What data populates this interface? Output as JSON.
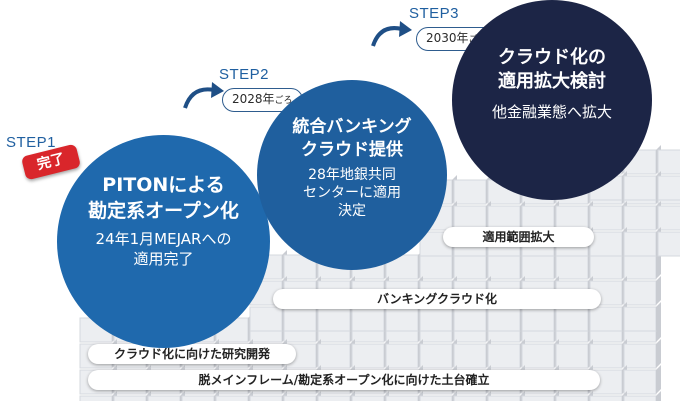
{
  "steps": [
    {
      "step_label": "STEP1",
      "badge": "完了",
      "title_lines": [
        "PITONによる",
        "勘定系オープン化"
      ],
      "desc_lines": [
        "24年1月MEJARへの",
        "適用完了"
      ],
      "circle_color": "#1f69ad"
    },
    {
      "step_label": "STEP2",
      "year": "2028年",
      "year_suffix": "ごろ",
      "title_lines": [
        "統合バンキング",
        "クラウド提供"
      ],
      "desc_lines": [
        "28年地銀共同",
        "センターに適用",
        "決定"
      ],
      "circle_color": "#1f5f9e"
    },
    {
      "step_label": "STEP3",
      "year": "2030年",
      "year_suffix": "ごろ",
      "title_lines": [
        "クラウド化の",
        "適用拡大検討"
      ],
      "desc_lines": [
        "他金融業態へ拡大"
      ],
      "circle_color": "#1c2546"
    }
  ],
  "bars": [
    {
      "label": "適用範囲拡大"
    },
    {
      "label": "バンキングクラウド化"
    },
    {
      "label": "クラウド化に向けた研究開発"
    },
    {
      "label": "脱メインフレーム/勘定系オープン化に向けた土台確立"
    }
  ],
  "colors": {
    "step_text": "#1f5fa0",
    "badge": "#d9262b",
    "cube_light": "#eceef1",
    "cube_dark": "#c9ccd2"
  }
}
